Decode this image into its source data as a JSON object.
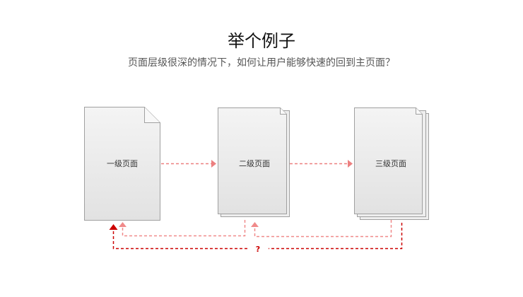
{
  "title": "举个例子",
  "subtitle": "页面层级很深的情况下，如何让用户能够快速的回到主页面？",
  "pages": [
    {
      "label": "一级页面"
    },
    {
      "label": "二级页面"
    },
    {
      "label": "三级页面"
    }
  ],
  "question_mark": "?",
  "colors": {
    "forward_arrow": "#ec8080",
    "return_arrow": "#f08a8a",
    "home_arrow": "#cc0000",
    "page_border": "#a0a0a0"
  }
}
